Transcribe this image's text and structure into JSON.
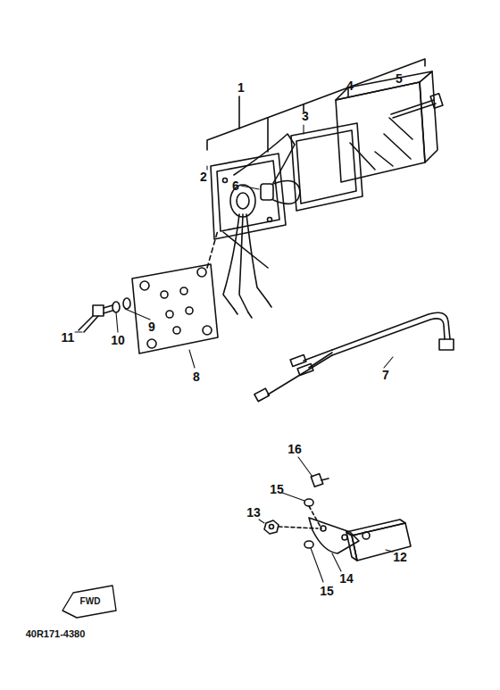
{
  "diagram": {
    "labels": [
      "1",
      "2",
      "3",
      "4",
      "5",
      "6",
      "7",
      "8",
      "9",
      "10",
      "11",
      "12",
      "13",
      "14",
      "15",
      "15",
      "16",
      "FWD",
      "40R171-4380"
    ]
  }
}
